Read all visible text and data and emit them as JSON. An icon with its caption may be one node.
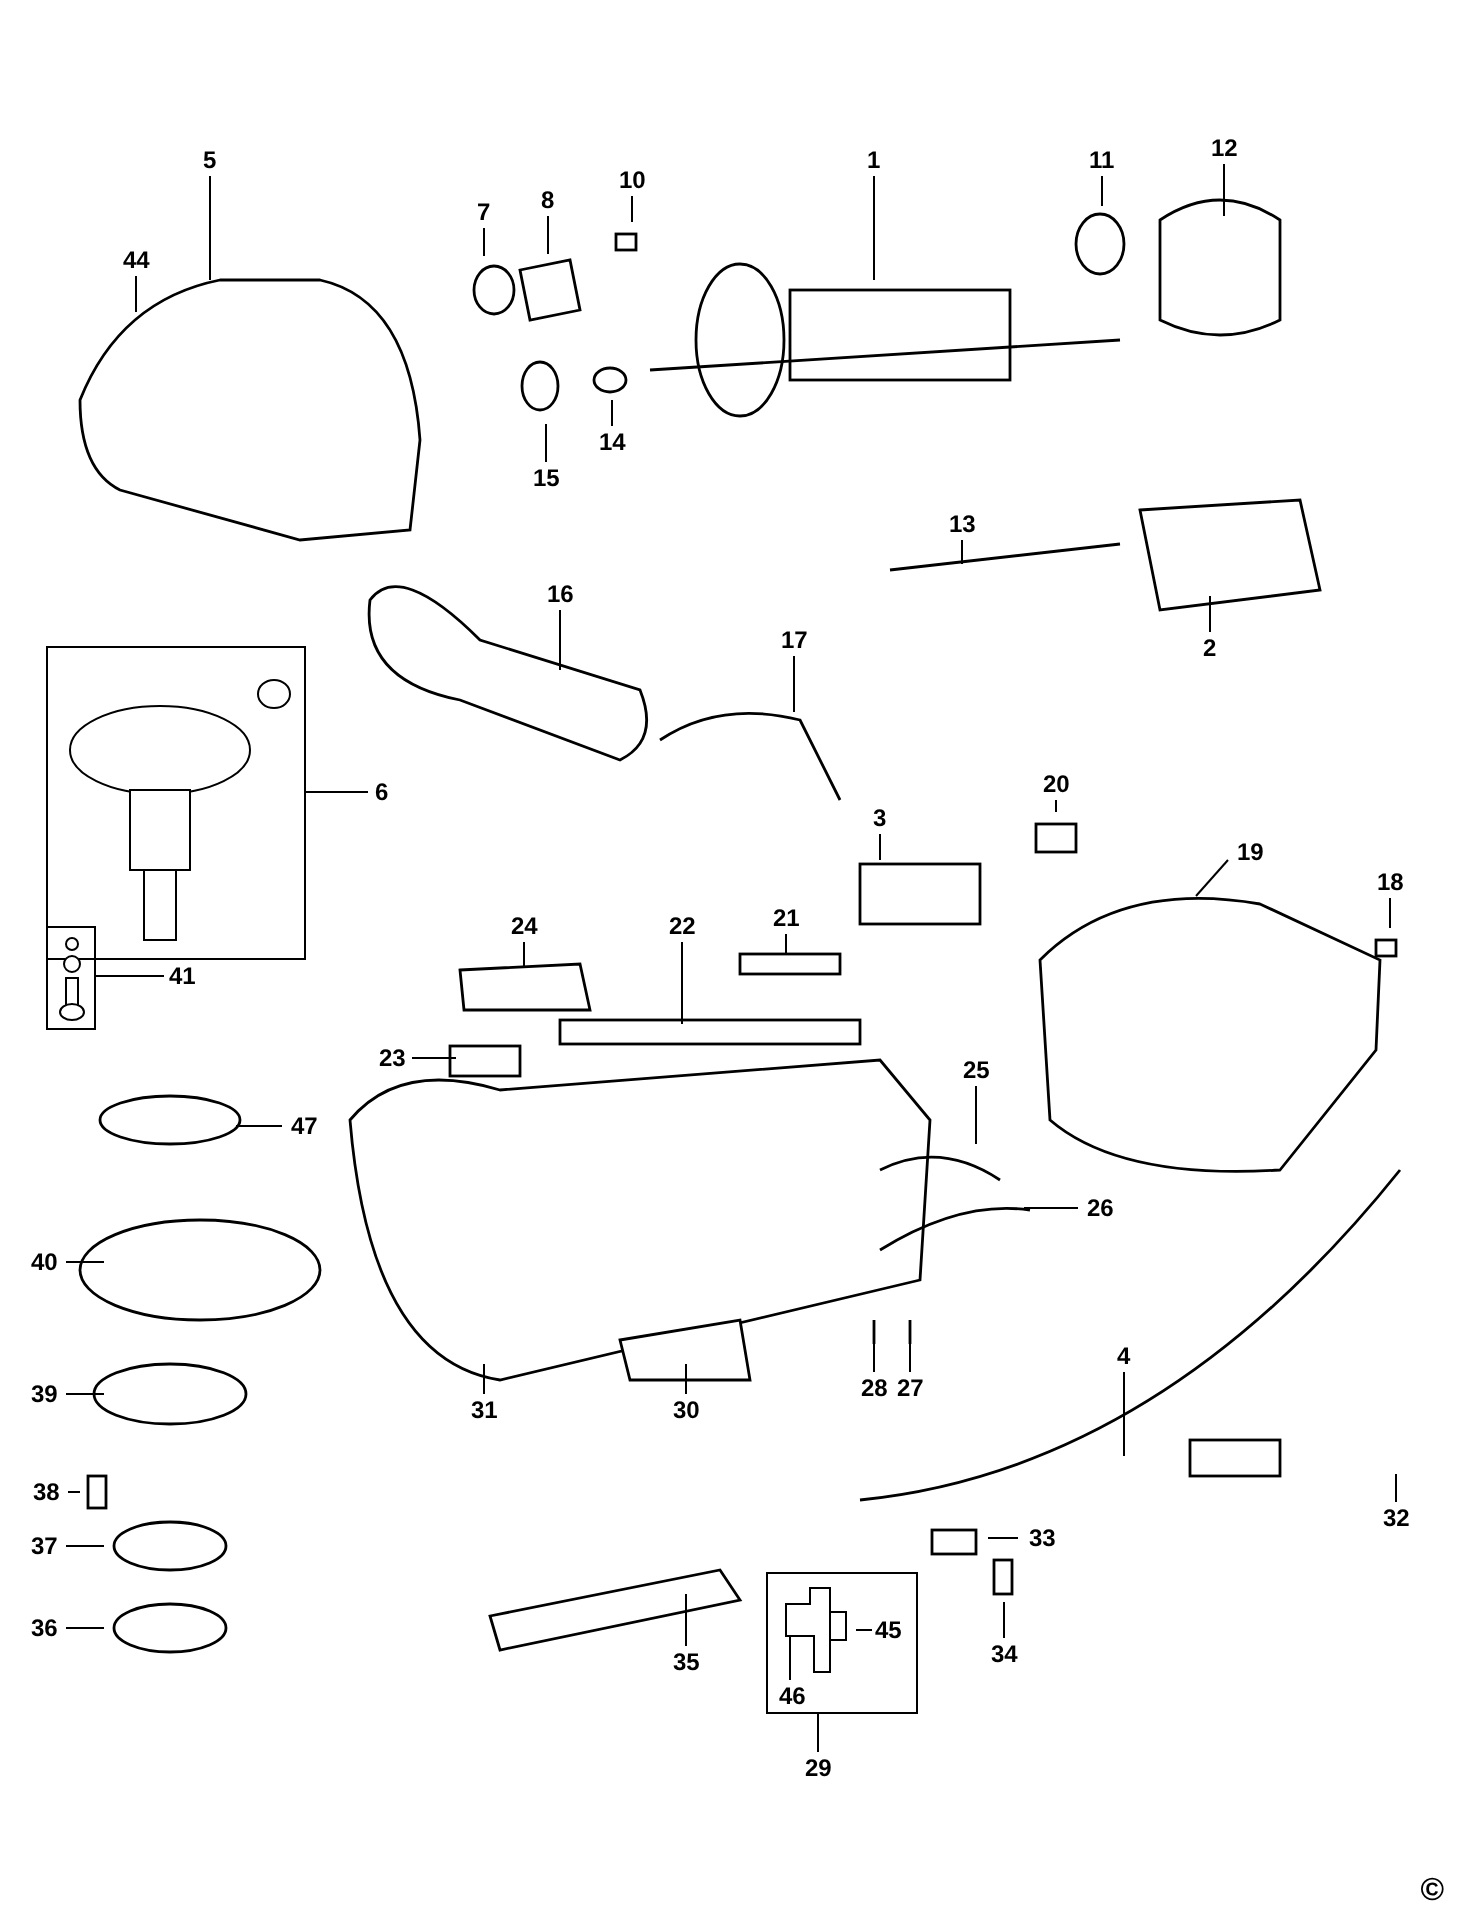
{
  "diagram": {
    "nodes": [
      {
        "text": [
          "1"
        ]
      },
      {
        "text": [
          "5"
        ]
      },
      {
        "text": [
          "7"
        ]
      },
      {
        "text": [
          "8"
        ]
      },
      {
        "text": [
          "10"
        ]
      },
      {
        "text": [
          "11"
        ]
      },
      {
        "text": [
          "12"
        ]
      },
      {
        "text": [
          "44"
        ]
      },
      {
        "text": [
          "14"
        ]
      },
      {
        "text": [
          "15"
        ]
      },
      {
        "text": [
          "13"
        ]
      },
      {
        "text": [
          "16"
        ]
      },
      {
        "text": [
          "2"
        ]
      },
      {
        "text": [
          "17"
        ]
      },
      {
        "text": [],
        "shape": "box"
      },
      {
        "text": [
          "6"
        ]
      },
      {
        "text": [
          "3"
        ]
      },
      {
        "text": [
          "20"
        ]
      },
      {
        "text": [
          "18"
        ]
      },
      {
        "text": [
          "19"
        ]
      },
      {
        "text": [],
        "shape": "box"
      },
      {
        "text": [
          "41"
        ]
      },
      {
        "text": [
          "24"
        ]
      },
      {
        "text": [
          "22"
        ]
      },
      {
        "text": [
          "21"
        ]
      },
      {
        "text": [
          "23"
        ]
      },
      {
        "text": [
          "25"
        ]
      },
      {
        "text": [
          "47"
        ]
      },
      {
        "text": [
          "26"
        ]
      },
      {
        "text": [
          "40"
        ]
      },
      {
        "text": [
          "28"
        ]
      },
      {
        "text": [
          "27"
        ]
      },
      {
        "text": [
          "4"
        ]
      },
      {
        "text": [
          "39"
        ]
      },
      {
        "text": [
          "31"
        ]
      },
      {
        "text": [
          "30"
        ]
      },
      {
        "text": [
          "38"
        ]
      },
      {
        "text": [
          "32"
        ]
      },
      {
        "text": [
          "37"
        ]
      },
      {
        "text": [
          "35"
        ]
      },
      {
        "text": [
          "33"
        ]
      },
      {
        "text": [
          "36"
        ]
      },
      {
        "text": [
          "34"
        ]
      },
      {
        "text": [],
        "shape": "box"
      },
      {
        "text": [
          "45"
        ],
        "in": 43
      },
      {
        "text": [
          "46"
        ],
        "in": 43
      },
      {
        "text": [
          "29"
        ]
      }
    ],
    "edges": [
      {
        "from": 0,
        "to": null,
        "arrow": "none"
      },
      {
        "from": 1,
        "to": null,
        "arrow": "none"
      },
      {
        "from": 2,
        "to": null,
        "arrow": "none"
      },
      {
        "from": 3,
        "to": null,
        "arrow": "none"
      },
      {
        "from": 4,
        "to": null,
        "arrow": "none"
      },
      {
        "from": 5,
        "to": null,
        "arrow": "none"
      },
      {
        "from": 6,
        "to": null,
        "arrow": "none"
      },
      {
        "from": 7,
        "to": null,
        "arrow": "none"
      },
      {
        "from": 8,
        "to": null,
        "arrow": "none"
      },
      {
        "from": 9,
        "to": null,
        "arrow": "none"
      },
      {
        "from": 10,
        "to": null,
        "arrow": "none"
      },
      {
        "from": 11,
        "to": null,
        "arrow": "none"
      },
      {
        "from": 12,
        "to": null,
        "arrow": "none"
      },
      {
        "from": 13,
        "to": null,
        "arrow": "none"
      },
      {
        "from": 15,
        "to": 14,
        "arrow": "none"
      },
      {
        "from": 16,
        "to": null,
        "arrow": "none"
      },
      {
        "from": 17,
        "to": null,
        "arrow": "none"
      },
      {
        "from": 18,
        "to": null,
        "arrow": "none"
      },
      {
        "from": 19,
        "to": null,
        "arrow": "none"
      },
      {
        "from": 21,
        "to": 20,
        "arrow": "none"
      },
      {
        "from": 22,
        "to": null,
        "arrow": "none"
      },
      {
        "from": 23,
        "to": null,
        "arrow": "none"
      },
      {
        "from": 24,
        "to": null,
        "arrow": "none"
      },
      {
        "from": 25,
        "to": null,
        "arrow": "none"
      },
      {
        "from": 26,
        "to": null,
        "arrow": "none"
      },
      {
        "from": 27,
        "to": null,
        "arrow": "none"
      },
      {
        "from": 28,
        "to": null,
        "arrow": "none"
      },
      {
        "from": 29,
        "to": null,
        "arrow": "none"
      },
      {
        "from": 30,
        "to": null,
        "arrow": "none"
      },
      {
        "from": 31,
        "to": null,
        "arrow": "none"
      },
      {
        "from": 32,
        "to": null,
        "arrow": "none"
      },
      {
        "from": 33,
        "to": null,
        "arrow": "none"
      },
      {
        "from": 34,
        "to": null,
        "arrow": "none"
      },
      {
        "from": 35,
        "to": null,
        "arrow": "none"
      },
      {
        "from": 36,
        "to": null,
        "arrow": "none"
      },
      {
        "from": 37,
        "to": null,
        "arrow": "none"
      },
      {
        "from": 38,
        "to": null,
        "arrow": "none"
      },
      {
        "from": 39,
        "to": null,
        "arrow": "none"
      },
      {
        "from": 40,
        "to": null,
        "arrow": "none"
      },
      {
        "from": 41,
        "to": null,
        "arrow": "none"
      },
      {
        "from": 42,
        "to": null,
        "arrow": "none"
      },
      {
        "from": 44,
        "to": null,
        "arrow": "none"
      },
      {
        "from": 45,
        "to": null,
        "arrow": "none"
      },
      {
        "from": 46,
        "to": 43,
        "arrow": "none"
      }
    ],
    "labels": [
      "©"
    ]
  }
}
